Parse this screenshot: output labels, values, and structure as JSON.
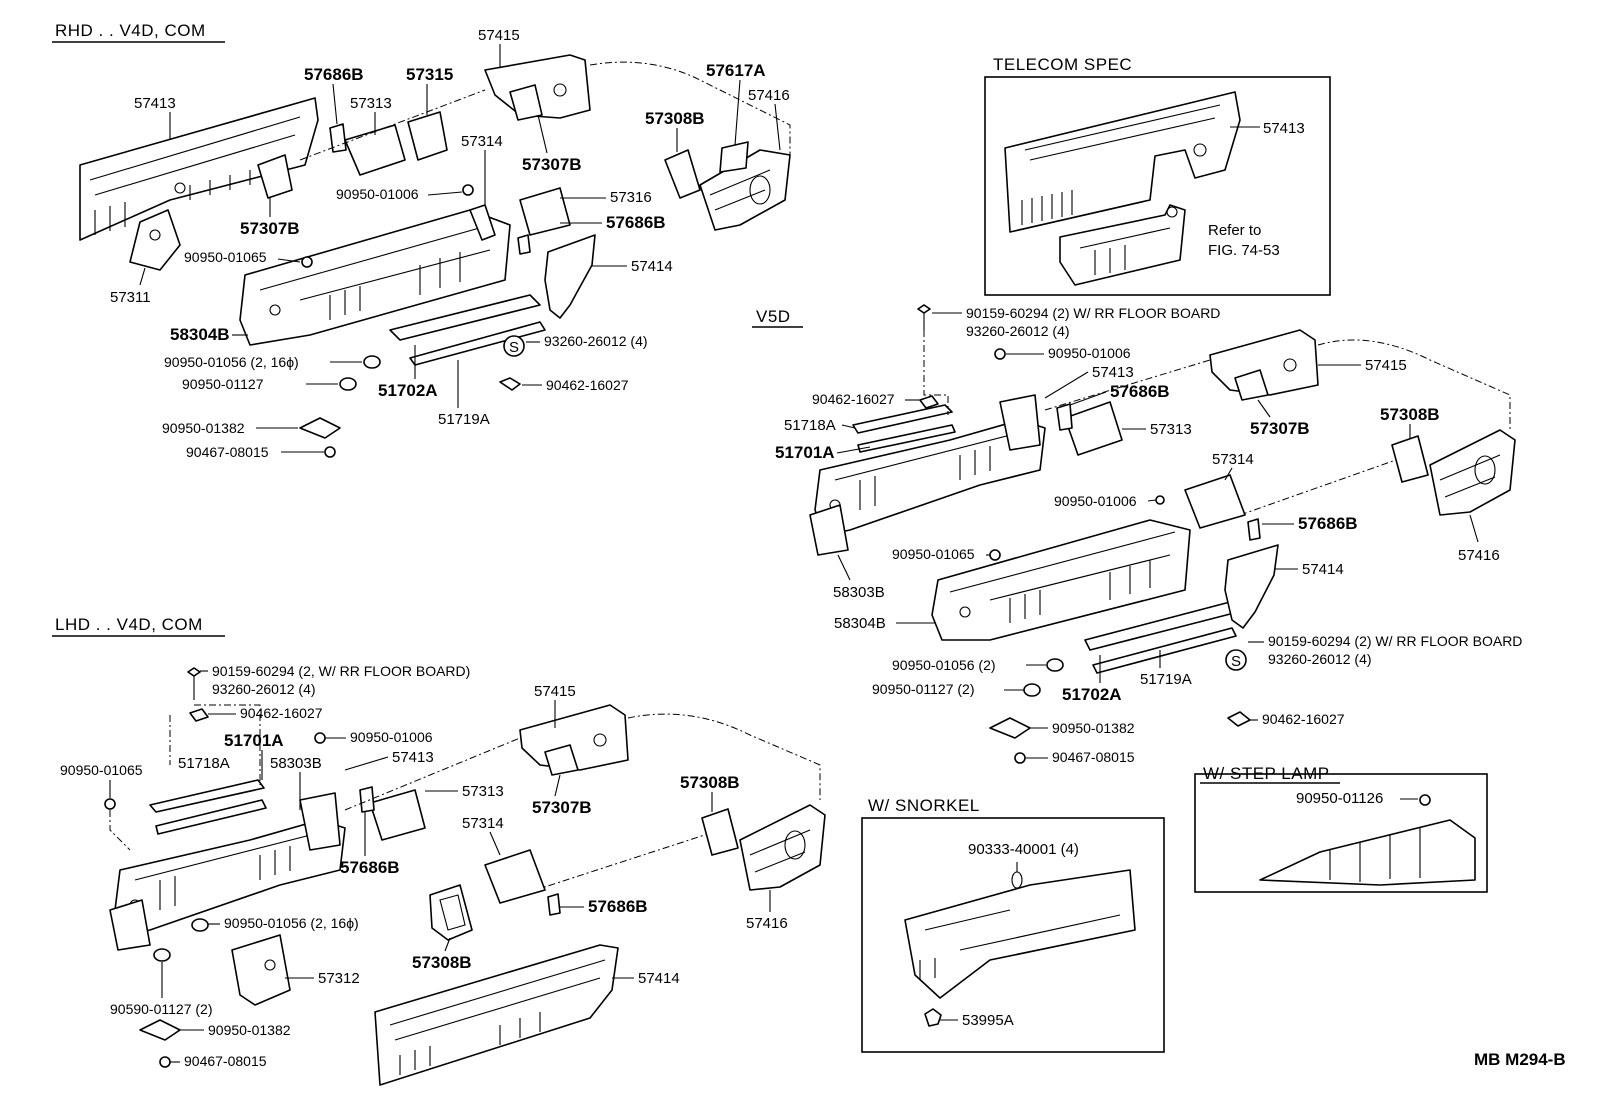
{
  "sections": {
    "rhd": "RHD . . V4D, COM",
    "lhd": "LHD . . V4D, COM",
    "v5d": "V5D",
    "telecom": "TELECOM SPEC",
    "snorkel": "W/ SNORKEL",
    "step_lamp": "W/ STEP LAMP"
  },
  "telecom_note": {
    "line1": "Refer to",
    "line2": "FIG. 74-53"
  },
  "footer_code": "MB M294-B",
  "callouts": {
    "rhd": {
      "57413": "57413",
      "57686B": "57686B",
      "57313": "57313",
      "57315": "57315",
      "57415": "57415",
      "57617A": "57617A",
      "57416": "57416",
      "57308B": "57308B",
      "57307B_a": "57307B",
      "57314": "57314",
      "57307B_b": "57307B",
      "90950_01006": "90950-01006",
      "57316": "57316",
      "57686B_b": "57686B",
      "90950_01065": "90950-01065",
      "57311": "57311",
      "57414": "57414",
      "58304B": "58304B",
      "93260_26012": "93260-26012 (4)",
      "90950_01056": "90950-01056 (2, 16ϕ)",
      "90950_01127": "90950-01127",
      "51702A": "51702A",
      "90462_16027": "90462-16027",
      "51719A": "51719A",
      "90950_01382": "90950-01382",
      "90467_08015": "90467-08015"
    },
    "telecom": {
      "57413": "57413"
    },
    "v5d": {
      "90159_60294": "90159-60294 (2) W/ RR FLOOR BOARD",
      "93260_26012": "93260-26012 (4)",
      "90950_01006": "90950-01006",
      "57413": "57413",
      "90462_16027": "90462-16027",
      "57686B": "57686B",
      "57415": "57415",
      "57313": "57313",
      "57307B": "57307B",
      "51718A": "51718A",
      "51701A": "51701A",
      "57308B": "57308B",
      "57314": "57314",
      "90950_01006_b": "90950-01006",
      "57686B_b": "57686B",
      "90950_01065": "90950-01065",
      "57416": "57416",
      "57414": "57414",
      "58303B": "58303B",
      "58304B": "58304B",
      "90159_60294_b": "90159-60294 (2) W/ RR FLOOR BOARD",
      "93260_26012_b": "93260-26012 (4)",
      "90950_01056": "90950-01056 (2)",
      "51702A": "51702A",
      "51719A": "51719A",
      "90950_01127": "90950-01127 (2)",
      "90462_16027_b": "90462-16027",
      "90950_01382": "90950-01382",
      "90467_08015": "90467-08015"
    },
    "lhd": {
      "90159_60294": "90159-60294 (2, W/ RR FLOOR BOARD)",
      "93260_26012": "93260-26012 (4)",
      "57415": "57415",
      "90462_16027": "90462-16027",
      "51701A": "51701A",
      "90950_01006": "90950-01006",
      "90950_01065": "90950-01065",
      "51718A": "51718A",
      "58303B": "58303B",
      "57413": "57413",
      "57313": "57313",
      "57307B": "57307B",
      "57308B": "57308B",
      "57314": "57314",
      "57686B": "57686B",
      "57416": "57416",
      "57686B_b": "57686B",
      "90950_01056": "90950-01056 (2, 16ϕ)",
      "57308B_b": "57308B",
      "57312": "57312",
      "57414": "57414",
      "90590_01127": "90590-01127 (2)",
      "90950_01382": "90950-01382",
      "90467_08015": "90467-08015"
    },
    "snorkel": {
      "90333_40001": "90333-40001 (4)",
      "53995A": "53995A"
    },
    "step_lamp": {
      "90950_01126": "90950-01126"
    }
  },
  "s_symbol": "S"
}
